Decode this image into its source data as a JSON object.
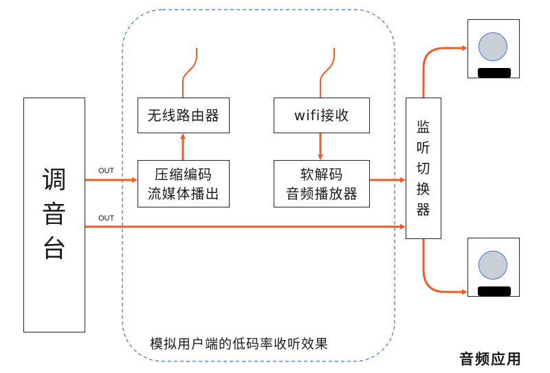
{
  "mixer": {
    "label": "调音台"
  },
  "router": {
    "label": "无线路由器"
  },
  "encoder": {
    "label": "压缩编码\n流媒体播出"
  },
  "wifi_receiver": {
    "label": "wifi接收"
  },
  "decoder": {
    "label": "软解码\n音频播放器"
  },
  "switcher": {
    "label": "监听切换器"
  },
  "outputs": {
    "top": "OUT",
    "bottom": "OUT"
  },
  "region": {
    "label": "模拟用户端的低码率收听效果"
  },
  "footer": {
    "label": "音频应用"
  },
  "colors": {
    "signal": "#f25a26",
    "region_border": "#3b6fd6",
    "speaker_cone": "#c9d0d8"
  }
}
